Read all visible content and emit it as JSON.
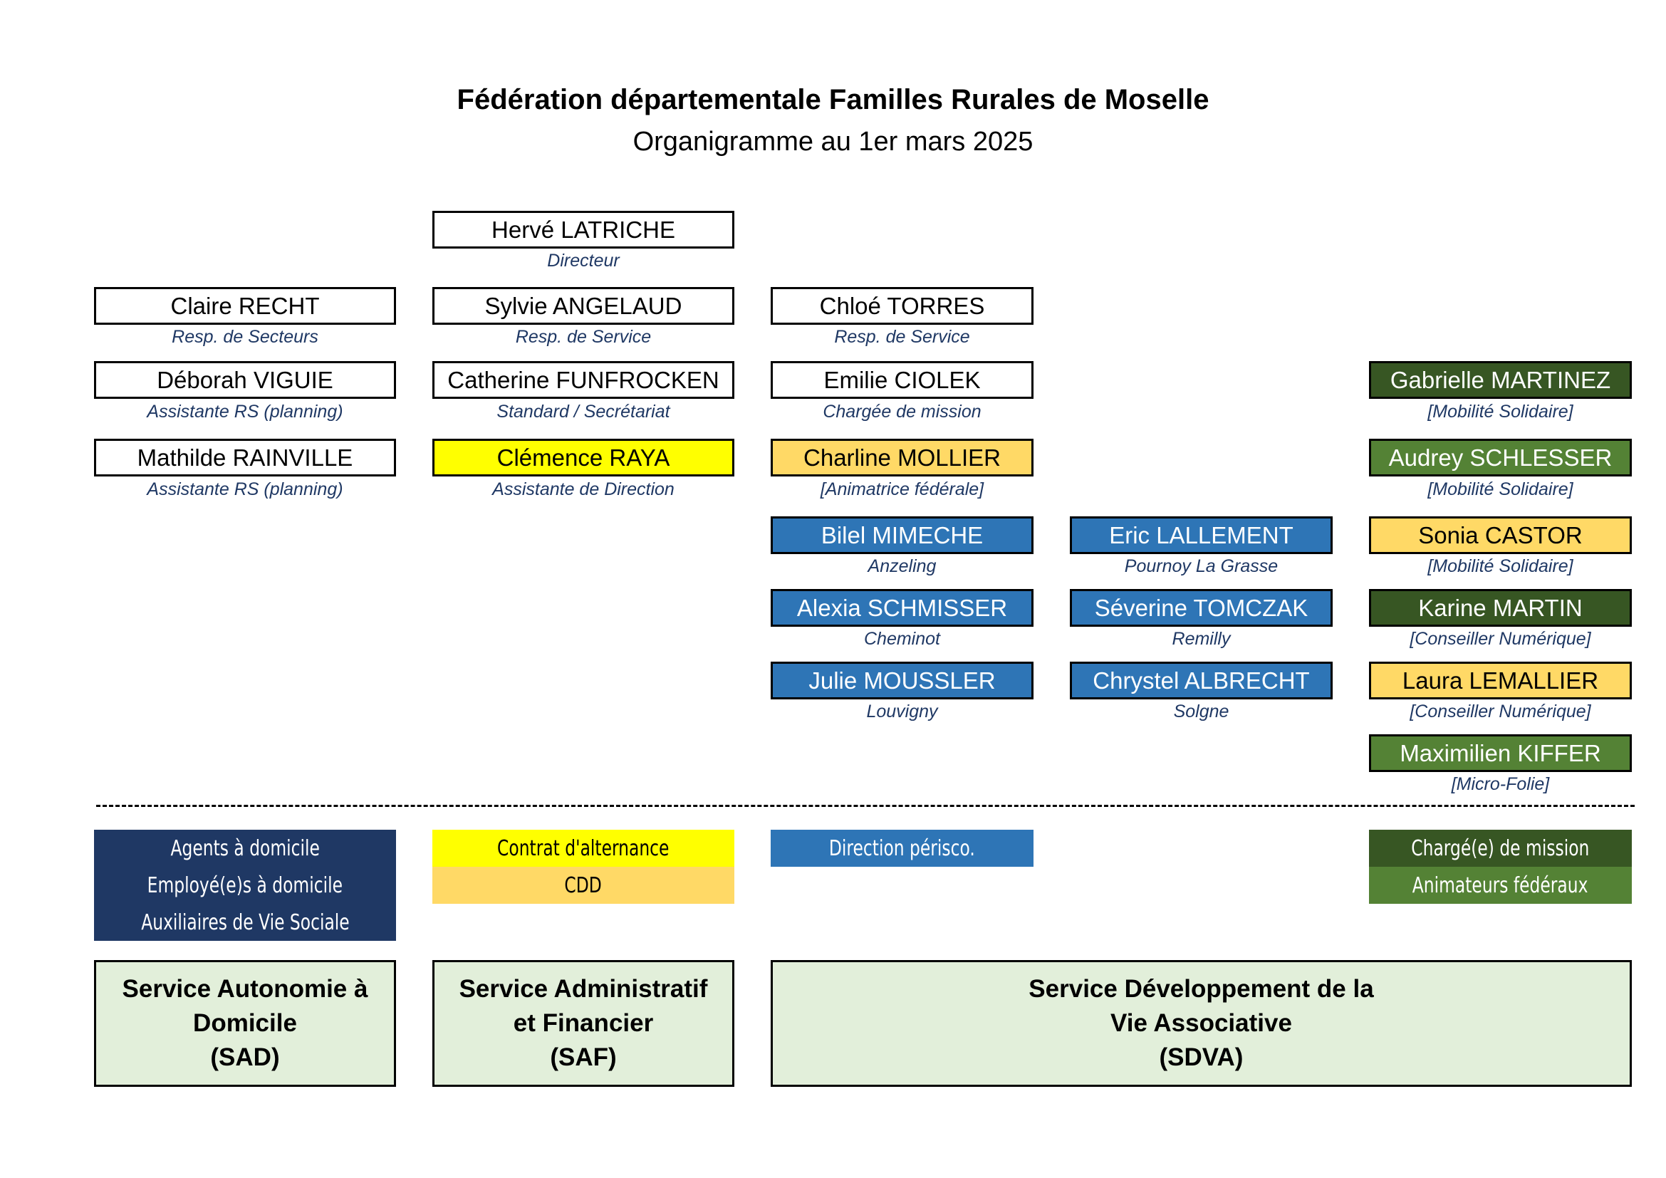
{
  "header": {
    "title": "Fédération départementale Familles Rurales de Moselle",
    "subtitle": "Organigramme au 1er mars 2025"
  },
  "people": {
    "latriche": {
      "name": "Hervé LATRICHE",
      "role": "Directeur"
    },
    "recht": {
      "name": "Claire RECHT",
      "role": "Resp. de Secteurs"
    },
    "viguie": {
      "name": "Déborah VIGUIE",
      "role": "Assistante RS (planning)"
    },
    "rainville": {
      "name": "Mathilde RAINVILLE",
      "role": "Assistante RS (planning)"
    },
    "angelaud": {
      "name": "Sylvie ANGELAUD",
      "role": "Resp. de Service"
    },
    "funfrocken": {
      "name": "Catherine FUNFROCKEN",
      "role": "Standard / Secrétariat"
    },
    "raya": {
      "name": "Clémence RAYA",
      "role": "Assistante de Direction"
    },
    "torres": {
      "name": "Chloé TORRES",
      "role": "Resp. de Service"
    },
    "ciolek": {
      "name": "Emilie CIOLEK",
      "role": "Chargée de mission"
    },
    "mollier": {
      "name": "Charline MOLLIER",
      "role": "[Animatrice fédérale]"
    },
    "mimeche": {
      "name": "Bilel MIMECHE",
      "role": "Anzeling"
    },
    "schmisser": {
      "name": "Alexia SCHMISSER",
      "role": "Cheminot"
    },
    "moussler": {
      "name": "Julie MOUSSLER",
      "role": "Louvigny"
    },
    "lallement": {
      "name": "Eric LALLEMENT",
      "role": "Pournoy La Grasse"
    },
    "tomczak": {
      "name": "Séverine TOMCZAK",
      "role": "Remilly"
    },
    "albrecht": {
      "name": "Chrystel ALBRECHT",
      "role": "Solgne"
    },
    "martinez": {
      "name": "Gabrielle MARTINEZ",
      "role": "[Mobilité Solidaire]"
    },
    "schlesser": {
      "name": "Audrey SCHLESSER",
      "role": "[Mobilité Solidaire]"
    },
    "castor": {
      "name": "Sonia CASTOR",
      "role": "[Mobilité Solidaire]"
    },
    "martin": {
      "name": "Karine MARTIN",
      "role": "[Conseiller Numérique]"
    },
    "lemallier": {
      "name": "Laura LEMALLIER",
      "role": "[Conseiller Numérique]"
    },
    "kiffer": {
      "name": "Maximilien KIFFER",
      "role": "[Micro-Folie]"
    }
  },
  "legend": {
    "agents": "Agents à domicile",
    "employes": "Employé(e)s à domicile",
    "auxiliaires": "Auxiliaires de Vie Sociale",
    "alternance": "Contrat d'alternance",
    "cdd": "CDD",
    "periscolaire": "Direction périsco.",
    "charge_mission": "Chargé(e) de mission",
    "animateurs": "Animateurs fédéraux"
  },
  "services": {
    "sad": {
      "line1": "Service Autonomie à",
      "line2": "Domicile",
      "line3": "(SAD)"
    },
    "saf": {
      "line1": "Service Administratif",
      "line2": "et Financier",
      "line3": "(SAF)"
    },
    "sdva": {
      "line1": "Service Développement de la",
      "line2": "Vie Associative",
      "line3": "(SDVA)"
    }
  },
  "colors": {
    "white": "#ffffff",
    "yellow": "#ffff00",
    "orange": "#ffd966",
    "blue": "#2e75b6",
    "dark_green": "#375623",
    "light_green": "#548235",
    "navy": "#1f3864",
    "service_bg": "#e2efda"
  }
}
